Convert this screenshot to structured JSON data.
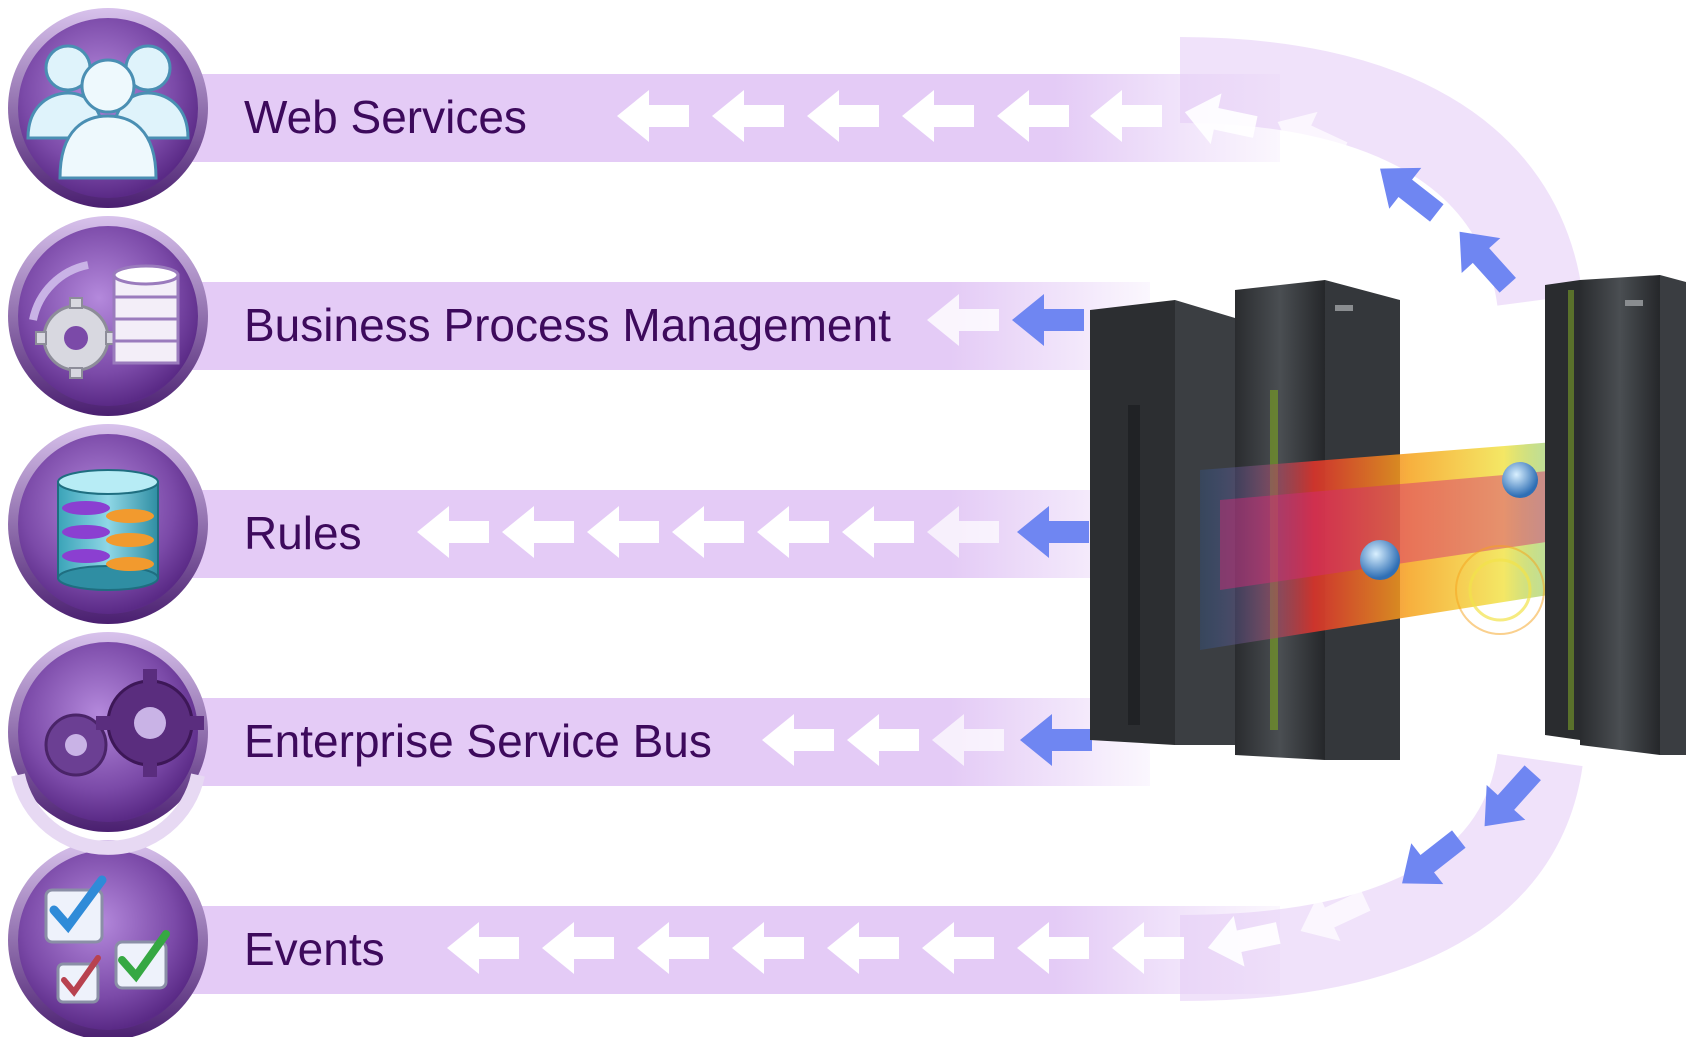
{
  "rows": [
    {
      "label": "Web Services",
      "icon": "users-icon"
    },
    {
      "label": "Business Process Management",
      "icon": "gear-database-icon"
    },
    {
      "label": "Rules",
      "icon": "rules-database-icon"
    },
    {
      "label": "Enterprise Service Bus",
      "icon": "gears-icon"
    },
    {
      "label": "Events",
      "icon": "checkboxes-icon"
    }
  ],
  "colors": {
    "band": "#e4cbf6",
    "label_text": "#3d0a5c",
    "icon_circle": "#7b4aa8",
    "arrow_white": "#ffffff",
    "arrow_blue": "#6f86f2",
    "server_body": "#3a3d40"
  }
}
